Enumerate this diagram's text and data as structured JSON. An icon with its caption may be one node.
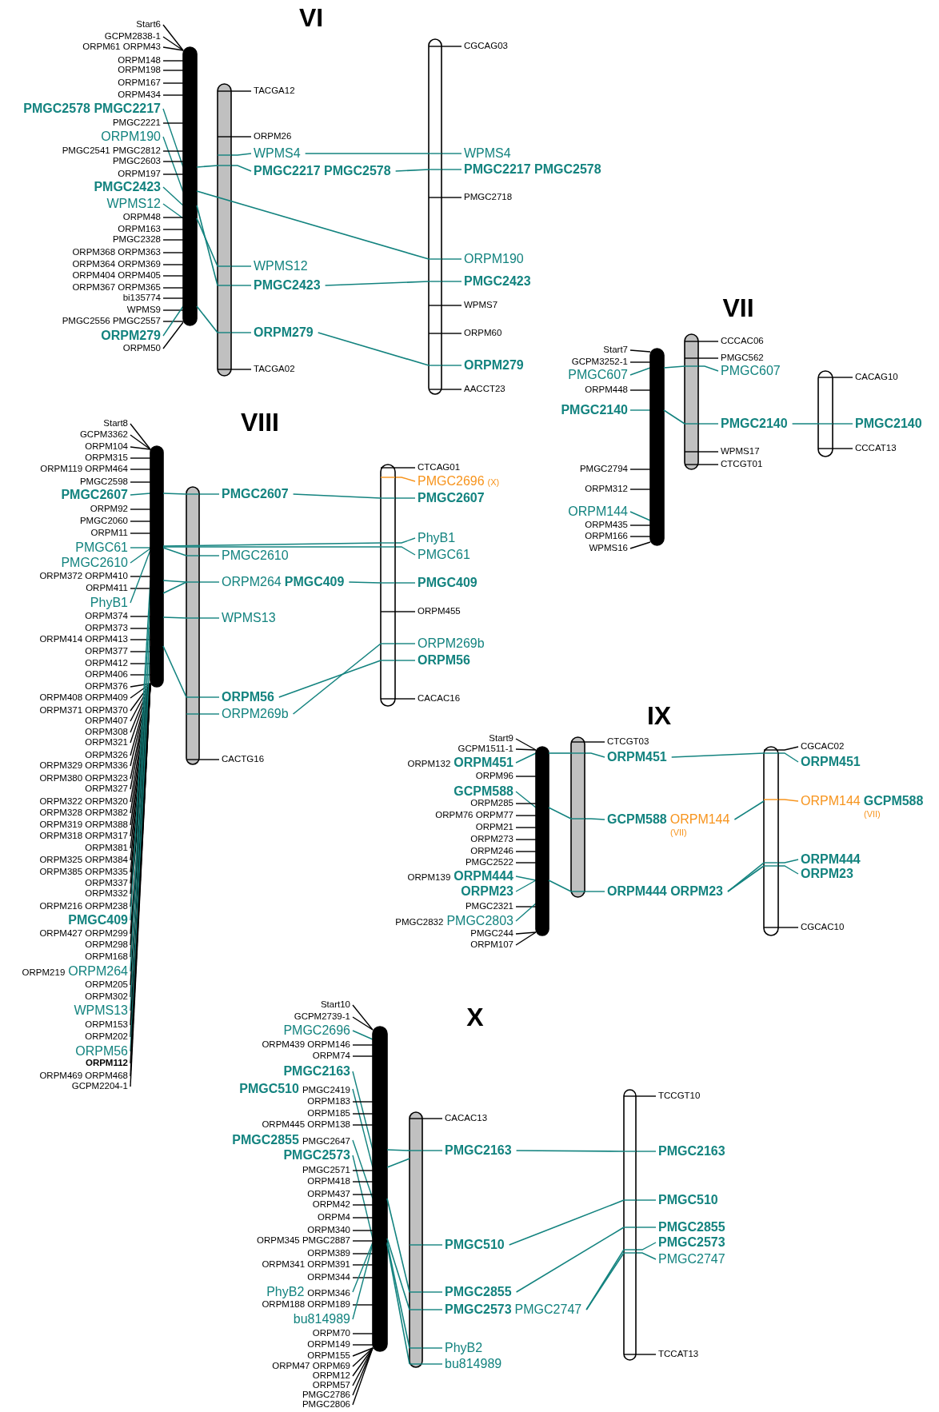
{
  "diagram": {
    "nodes": [
      {
        "text": [],
        "shape": "bar"
      },
      {
        "text": [],
        "shape": "bar"
      },
      {
        "text": [],
        "shape": "bar"
      },
      {
        "text": [],
        "shape": "bar"
      },
      {
        "text": [],
        "shape": "bar"
      },
      {
        "text": [],
        "shape": "bar"
      },
      {
        "text": [],
        "shape": "bar"
      },
      {
        "text": [],
        "shape": "bar"
      },
      {
        "text": [],
        "shape": "bar"
      },
      {
        "text": [],
        "shape": "bar"
      },
      {
        "text": [],
        "shape": "bar"
      },
      {
        "text": [],
        "shape": "bar"
      },
      {
        "text": [],
        "shape": "bar"
      },
      {
        "text": [],
        "shape": "bar"
      },
      {
        "text": [],
        "shape": "bar"
      },
      {
        "text": [
          "Start6"
        ]
      },
      {
        "text": [
          "GCPM2838-1"
        ]
      },
      {
        "text": [
          "ORPM61 ORPM43"
        ]
      },
      {
        "text": [
          "ORPM148"
        ]
      },
      {
        "text": [
          "ORPM198"
        ]
      },
      {
        "text": [
          "ORPM167"
        ]
      },
      {
        "text": [
          "ORPM434"
        ]
      },
      {
        "text": [
          "PMGC2578 PMGC2217"
        ]
      },
      {
        "text": [
          "PMGC2221"
        ]
      },
      {
        "text": [
          "ORPM190"
        ]
      },
      {
        "text": [
          "PMGC2541 PMGC2812"
        ]
      },
      {
        "text": [
          "PMGC2603"
        ]
      },
      {
        "text": [
          "ORPM197"
        ]
      },
      {
        "text": [
          "PMGC2423"
        ]
      },
      {
        "text": [
          "WPMS12"
        ]
      },
      {
        "text": [
          "ORPM48"
        ]
      },
      {
        "text": [
          "ORPM163"
        ]
      },
      {
        "text": [
          "PMGC2328"
        ]
      },
      {
        "text": [
          "ORPM368 ORPM363"
        ]
      },
      {
        "text": [
          "ORPM364 ORPM369"
        ]
      },
      {
        "text": [
          "ORPM404 ORPM405"
        ]
      },
      {
        "text": [
          "ORPM367 ORPM365"
        ]
      },
      {
        "text": [
          "bi135774"
        ]
      },
      {
        "text": [
          "WPMS9"
        ]
      },
      {
        "text": [
          "PMGC2556 PMGC2557"
        ]
      },
      {
        "text": [
          "ORPM279"
        ]
      },
      {
        "text": [
          "ORPM50"
        ]
      },
      {
        "text": [
          "TACGA12"
        ]
      },
      {
        "text": [
          "ORPM26"
        ]
      },
      {
        "text": [
          "WPMS4"
        ]
      },
      {
        "text": [
          "PMGC2217 PMGC2578"
        ]
      },
      {
        "text": [
          "WPMS12"
        ]
      },
      {
        "text": [
          "PMGC2423"
        ]
      },
      {
        "text": [
          "ORPM279"
        ]
      },
      {
        "text": [
          "TACGA02"
        ]
      },
      {
        "text": [
          "CGCAG03"
        ]
      },
      {
        "text": [
          "WPMS4"
        ]
      },
      {
        "text": [
          "PMGC2217 PMGC2578"
        ]
      },
      {
        "text": [
          "PMGC2718"
        ]
      },
      {
        "text": [
          "ORPM190"
        ]
      },
      {
        "text": [
          "PMGC2423"
        ]
      },
      {
        "text": [
          "WPMS7"
        ]
      },
      {
        "text": [
          "ORPM60"
        ]
      },
      {
        "text": [
          "ORPM279"
        ]
      },
      {
        "text": [
          "AACCT23"
        ]
      },
      {
        "text": [
          "Start7"
        ]
      },
      {
        "text": [
          "GCPM3252-1"
        ]
      },
      {
        "text": [
          "PMGC607"
        ]
      },
      {
        "text": [
          "ORPM448"
        ]
      },
      {
        "text": [
          "PMGC2140"
        ]
      },
      {
        "text": [
          "PMGC2794"
        ]
      },
      {
        "text": [
          "ORPM312"
        ]
      },
      {
        "text": [
          "ORPM144"
        ]
      },
      {
        "text": [
          "ORPM435"
        ]
      },
      {
        "text": [
          "ORPM166"
        ]
      },
      {
        "text": [
          "WPMS16"
        ]
      },
      {
        "text": [
          "CCCAC06"
        ]
      },
      {
        "text": [
          "PMGC562"
        ]
      },
      {
        "text": [
          "PMGC607"
        ]
      },
      {
        "text": [
          "PMGC2140"
        ]
      },
      {
        "text": [
          "WPMS17"
        ]
      },
      {
        "text": [
          "CTCGT01"
        ]
      },
      {
        "text": [
          "CACAG10"
        ]
      },
      {
        "text": [
          "PMGC2140"
        ]
      },
      {
        "text": [
          "CCCAT13"
        ]
      },
      {
        "text": [
          "Start8"
        ]
      },
      {
        "text": [
          "GCPM3362"
        ]
      },
      {
        "text": [
          "ORPM104"
        ]
      },
      {
        "text": [
          "ORPM315"
        ]
      },
      {
        "text": [
          "ORPM119 ORPM464"
        ]
      },
      {
        "text": [
          "PMGC2598"
        ]
      },
      {
        "text": [
          "PMGC2607"
        ]
      },
      {
        "text": [
          "ORPM92"
        ]
      },
      {
        "text": [
          "PMGC2060"
        ]
      },
      {
        "text": [
          "ORPM11"
        ]
      },
      {
        "text": [
          "PMGC61"
        ]
      },
      {
        "text": [
          "PMGC2610"
        ]
      },
      {
        "text": [
          "ORPM372 ORPM410"
        ]
      },
      {
        "text": [
          "ORPM411"
        ]
      },
      {
        "text": [
          "PhyB1"
        ]
      },
      {
        "text": [
          "ORPM374"
        ]
      },
      {
        "text": [
          "ORPM373"
        ]
      },
      {
        "text": [
          "ORPM414 ORPM413"
        ]
      },
      {
        "text": [
          "ORPM377"
        ]
      },
      {
        "text": [
          "ORPM412"
        ]
      },
      {
        "text": [
          "ORPM406"
        ]
      },
      {
        "text": [
          "ORPM376"
        ]
      },
      {
        "text": [
          "ORPM408 ORPM409"
        ]
      },
      {
        "text": [
          "ORPM371 ORPM370"
        ]
      },
      {
        "text": [
          "ORPM407"
        ]
      },
      {
        "text": [
          "ORPM308"
        ]
      },
      {
        "text": [
          "ORPM321"
        ]
      },
      {
        "text": [
          "ORPM326"
        ]
      },
      {
        "text": [
          "ORPM329 ORPM336"
        ]
      },
      {
        "text": [
          "ORPM380 ORPM323"
        ]
      },
      {
        "text": [
          "ORPM327"
        ]
      },
      {
        "text": [
          "ORPM322 ORPM320"
        ]
      },
      {
        "text": [
          "ORPM328 ORPM382"
        ]
      },
      {
        "text": [
          "ORPM319 ORPM388"
        ]
      },
      {
        "text": [
          "ORPM318 ORPM317"
        ]
      },
      {
        "text": [
          "ORPM381"
        ]
      },
      {
        "text": [
          "ORPM325 ORPM384"
        ]
      },
      {
        "text": [
          "ORPM385 ORPM335"
        ]
      },
      {
        "text": [
          "ORPM337"
        ]
      },
      {
        "text": [
          "ORPM332"
        ]
      },
      {
        "text": [
          "ORPM216 ORPM238"
        ]
      },
      {
        "text": [
          "PMGC409"
        ]
      },
      {
        "text": [
          "ORPM427 ORPM299"
        ]
      },
      {
        "text": [
          "ORPM298"
        ]
      },
      {
        "text": [
          "ORPM168"
        ]
      },
      {
        "text": [
          "ORPM219",
          "ORPM264"
        ]
      },
      {
        "text": [
          "ORPM205"
        ]
      },
      {
        "text": [
          "ORPM302"
        ]
      },
      {
        "text": [
          "WPMS13"
        ]
      },
      {
        "text": [
          "ORPM153"
        ]
      },
      {
        "text": [
          "ORPM202"
        ]
      },
      {
        "text": [
          "ORPM56"
        ]
      },
      {
        "text": [
          "ORPM112"
        ]
      },
      {
        "text": [
          "ORPM469 ORPM468"
        ]
      },
      {
        "text": [
          "GCPM2204-1"
        ]
      },
      {
        "text": [
          "PMGC2607"
        ]
      },
      {
        "text": [
          "PMGC2610"
        ]
      },
      {
        "text": [
          "ORPM264",
          "PMGC409"
        ]
      },
      {
        "text": [
          "WPMS13"
        ]
      },
      {
        "text": [
          "ORPM56"
        ]
      },
      {
        "text": [
          "ORPM269b"
        ]
      },
      {
        "text": [
          "CACTG16"
        ]
      },
      {
        "text": [
          "CTCAG01"
        ]
      },
      {
        "text": [
          "PMGC2696"
        ],
        "beside": [
          "(X)"
        ]
      },
      {
        "text": [
          "PMGC2607"
        ]
      },
      {
        "text": [
          "PhyB1"
        ]
      },
      {
        "text": [
          "PMGC61"
        ]
      },
      {
        "text": [
          "PMGC409"
        ]
      },
      {
        "text": [
          "ORPM455"
        ]
      },
      {
        "text": [
          "ORPM269b"
        ]
      },
      {
        "text": [
          "ORPM56"
        ]
      },
      {
        "text": [
          "CACAC16"
        ]
      },
      {
        "text": [
          "Start9"
        ]
      },
      {
        "text": [
          "GCPM1511-1"
        ]
      },
      {
        "text": [
          "ORPM132",
          "ORPM451"
        ]
      },
      {
        "text": [
          "ORPM96"
        ]
      },
      {
        "text": [
          "GCPM588"
        ]
      },
      {
        "text": [
          "ORPM285"
        ]
      },
      {
        "text": [
          "ORPM76 ORPM77"
        ]
      },
      {
        "text": [
          "ORPM21"
        ]
      },
      {
        "text": [
          "ORPM273"
        ]
      },
      {
        "text": [
          "ORPM246"
        ]
      },
      {
        "text": [
          "PMGC2522"
        ]
      },
      {
        "text": [
          "ORPM139",
          "ORPM444"
        ]
      },
      {
        "text": [
          "ORPM23"
        ]
      },
      {
        "text": [
          "PMGC2321"
        ]
      },
      {
        "text": [
          "PMGC2832",
          "PMGC2803"
        ]
      },
      {
        "text": [
          "PMGC244"
        ]
      },
      {
        "text": [
          "ORPM107"
        ]
      },
      {
        "text": [
          "CTCGT03"
        ]
      },
      {
        "text": [
          "ORPM451"
        ]
      },
      {
        "text": [
          "GCPM588",
          "ORPM144"
        ],
        "beside": [
          "(VII)"
        ]
      },
      {
        "text": [
          "ORPM444 ORPM23"
        ]
      },
      {
        "text": [
          "CGCAC02"
        ]
      },
      {
        "text": [
          "ORPM451"
        ]
      },
      {
        "text": [
          "ORPM144",
          "GCPM588"
        ],
        "beside": [
          "(VII)"
        ]
      },
      {
        "text": [
          "ORPM444"
        ]
      },
      {
        "text": [
          "ORPM23"
        ]
      },
      {
        "text": [
          "CGCAC10"
        ]
      },
      {
        "text": [
          "Start10"
        ]
      },
      {
        "text": [
          "GCPM2739-1"
        ]
      },
      {
        "text": [
          "PMGC2696"
        ]
      },
      {
        "text": [
          "ORPM439 ORPM146"
        ]
      },
      {
        "text": [
          "ORPM74"
        ]
      },
      {
        "text": [
          "PMGC2163"
        ]
      },
      {
        "text": [
          "PMGC510",
          "PMGC2419"
        ]
      },
      {
        "text": [
          "ORPM183"
        ]
      },
      {
        "text": [
          "ORPM185"
        ]
      },
      {
        "text": [
          "ORPM445 ORPM138"
        ]
      },
      {
        "text": [
          "PMGC2855",
          "PMGC2647"
        ]
      },
      {
        "text": [
          "PMGC2573"
        ]
      },
      {
        "text": [
          "PMGC2571"
        ]
      },
      {
        "text": [
          "ORPM418"
        ]
      },
      {
        "text": [
          "ORPM437"
        ]
      },
      {
        "text": [
          "ORPM42"
        ]
      },
      {
        "text": [
          "ORPM4"
        ]
      },
      {
        "text": [
          "ORPM340"
        ]
      },
      {
        "text": [
          "ORPM345 PMGC2887"
        ]
      },
      {
        "text": [
          "ORPM389"
        ]
      },
      {
        "text": [
          "ORPM341 ORPM391"
        ]
      },
      {
        "text": [
          "ORPM344"
        ]
      },
      {
        "text": [
          "PhyB2",
          "ORPM346"
        ]
      },
      {
        "text": [
          "ORPM188 ORPM189"
        ]
      },
      {
        "text": [
          "bu814989"
        ]
      },
      {
        "text": [
          "ORPM70"
        ]
      },
      {
        "text": [
          "ORPM149"
        ]
      },
      {
        "text": [
          "ORPM155"
        ]
      },
      {
        "text": [
          "ORPM47 ORPM69"
        ]
      },
      {
        "text": [
          "ORPM12"
        ]
      },
      {
        "text": [
          "ORPM57"
        ]
      },
      {
        "text": [
          "PMGC2786"
        ]
      },
      {
        "text": [
          "PMGC2806"
        ]
      },
      {
        "text": [
          "CACAC13"
        ]
      },
      {
        "text": [
          "PMGC2163"
        ]
      },
      {
        "text": [
          "PMGC510"
        ]
      },
      {
        "text": [
          "PMGC2855"
        ]
      },
      {
        "text": [
          "PMGC2573",
          "PMGC2747"
        ]
      },
      {
        "text": [
          "PhyB2"
        ]
      },
      {
        "text": [
          "bu814989"
        ]
      },
      {
        "text": [
          "TCCGT10"
        ]
      },
      {
        "text": [
          "PMGC2163"
        ]
      },
      {
        "text": [
          "PMGC510"
        ]
      },
      {
        "text": [
          "PMGC2855"
        ]
      },
      {
        "text": [
          "PMGC2573"
        ]
      },
      {
        "text": [
          "PMGC2747"
        ]
      },
      {
        "text": [
          "TCCAT13"
        ]
      }
    ],
    "edges": [
      {
        "from": 0,
        "to": 1,
        "arrow": "none",
        "color": "#13837f"
      },
      {
        "from": 0,
        "to": 2,
        "arrow": "none",
        "color": "#13837f"
      },
      {
        "from": 0,
        "to": 1,
        "arrow": "none",
        "color": "#13837f"
      },
      {
        "from": 0,
        "to": 1,
        "arrow": "none",
        "color": "#13837f"
      },
      {
        "from": 0,
        "to": 1,
        "arrow": "none",
        "color": "#13837f"
      },
      {
        "from": 44,
        "to": 2,
        "arrow": "none",
        "color": "#13837f"
      },
      {
        "from": 45,
        "to": 2,
        "arrow": "none",
        "color": "#13837f"
      },
      {
        "from": 47,
        "to": 2,
        "arrow": "none",
        "color": "#13837f"
      },
      {
        "from": 48,
        "to": 2,
        "arrow": "none",
        "color": "#13837f"
      },
      {
        "from": 3,
        "to": 4,
        "arrow": "none",
        "color": "#13837f"
      },
      {
        "from": 3,
        "to": 4,
        "arrow": "none",
        "color": "#13837f"
      },
      {
        "from": 74,
        "to": 5,
        "arrow": "none",
        "color": "#13837f"
      },
      {
        "from": 6,
        "to": 7,
        "arrow": "none",
        "color": "#13837f"
      },
      {
        "from": 6,
        "to": 7,
        "arrow": "none",
        "color": "#13837f"
      },
      {
        "from": 6,
        "to": 8,
        "arrow": "none",
        "color": "#13837f"
      },
      {
        "from": 6,
        "to": 8,
        "arrow": "none",
        "color": "#13837f"
      },
      {
        "from": 6,
        "to": 7,
        "arrow": "none",
        "color": "#13837f"
      },
      {
        "from": 6,
        "to": 7,
        "arrow": "none",
        "color": "#13837f"
      },
      {
        "from": 6,
        "to": 7,
        "arrow": "none",
        "color": "#13837f"
      },
      {
        "from": 6,
        "to": 7,
        "arrow": "none",
        "color": "#13837f"
      },
      {
        "from": 135,
        "to": 8,
        "arrow": "none",
        "color": "#13837f"
      },
      {
        "from": 137,
        "to": 8,
        "arrow": "none",
        "color": "#13837f"
      },
      {
        "from": 139,
        "to": 8,
        "arrow": "none",
        "color": "#13837f"
      },
      {
        "from": 140,
        "to": 8,
        "arrow": "none",
        "color": "#13837f"
      },
      {
        "from": 9,
        "to": 10,
        "arrow": "none",
        "color": "#13837f"
      },
      {
        "from": 9,
        "to": 10,
        "arrow": "none",
        "color": "#13837f"
      },
      {
        "from": 9,
        "to": 10,
        "arrow": "none",
        "color": "#13837f"
      },
      {
        "from": 170,
        "to": 11,
        "arrow": "none",
        "color": "#13837f"
      },
      {
        "from": 171,
        "to": 11,
        "arrow": "none",
        "color": "#13837f"
      },
      {
        "from": 172,
        "to": 11,
        "arrow": "none",
        "color": "#13837f"
      },
      {
        "from": 172,
        "to": 11,
        "arrow": "none",
        "color": "#13837f"
      },
      {
        "from": 12,
        "to": 13,
        "arrow": "none",
        "color": "#13837f"
      },
      {
        "from": 12,
        "to": 13,
        "arrow": "none",
        "color": "#13837f"
      },
      {
        "from": 12,
        "to": 13,
        "arrow": "none",
        "color": "#13837f"
      },
      {
        "from": 12,
        "to": 13,
        "arrow": "none",
        "color": "#13837f"
      },
      {
        "from": 12,
        "to": 13,
        "arrow": "none",
        "color": "#13837f"
      },
      {
        "from": 12,
        "to": 13,
        "arrow": "none",
        "color": "#13837f"
      },
      {
        "from": 213,
        "to": 14,
        "arrow": "none",
        "color": "#13837f"
      },
      {
        "from": 214,
        "to": 14,
        "arrow": "none",
        "color": "#13837f"
      },
      {
        "from": 215,
        "to": 14,
        "arrow": "none",
        "color": "#13837f"
      },
      {
        "from": 216,
        "to": 14,
        "arrow": "none",
        "color": "#13837f"
      },
      {
        "from": 216,
        "to": 14,
        "arrow": "none",
        "color": "#13837f"
      },
      {
        "from": 15,
        "to": 0,
        "arrow": "none"
      },
      {
        "from": 16,
        "to": 0,
        "arrow": "none"
      },
      {
        "from": 17,
        "to": 0,
        "arrow": "none"
      },
      {
        "from": 18,
        "to": 0,
        "arrow": "none"
      },
      {
        "from": 19,
        "to": 0,
        "arrow": "none"
      },
      {
        "from": 20,
        "to": 0,
        "arrow": "none"
      },
      {
        "from": 21,
        "to": 0,
        "arrow": "none"
      },
      {
        "from": 22,
        "to": 0,
        "arrow": "none",
        "color": "#13837f"
      },
      {
        "from": 23,
        "to": 0,
        "arrow": "none"
      },
      {
        "from": 24,
        "to": 0,
        "arrow": "none",
        "color": "#13837f"
      },
      {
        "from": 25,
        "to": 0,
        "arrow": "none"
      },
      {
        "from": 26,
        "to": 0,
        "arrow": "none"
      },
      {
        "from": 27,
        "to": 0,
        "arrow": "none"
      },
      {
        "from": 28,
        "to": 0,
        "arrow": "none",
        "color": "#13837f"
      },
      {
        "from": 29,
        "to": 0,
        "arrow": "none",
        "color": "#13837f"
      },
      {
        "from": 30,
        "to": 0,
        "arrow": "none"
      },
      {
        "from": 31,
        "to": 0,
        "arrow": "none"
      },
      {
        "from": 32,
        "to": 0,
        "arrow": "none"
      },
      {
        "from": 33,
        "to": 0,
        "arrow": "none"
      },
      {
        "from": 34,
        "to": 0,
        "arrow": "none"
      },
      {
        "from": 35,
        "to": 0,
        "arrow": "none"
      },
      {
        "from": 36,
        "to": 0,
        "arrow": "none"
      },
      {
        "from": 37,
        "to": 0,
        "arrow": "none"
      },
      {
        "from": 38,
        "to": 0,
        "arrow": "none"
      },
      {
        "from": 39,
        "to": 0,
        "arrow": "none"
      },
      {
        "from": 40,
        "to": 0,
        "arrow": "none",
        "color": "#13837f"
      },
      {
        "from": 41,
        "to": 0,
        "arrow": "none"
      },
      {
        "from": 42,
        "to": 1,
        "arrow": "none"
      },
      {
        "from": 43,
        "to": 1,
        "arrow": "none"
      },
      {
        "from": 44,
        "to": 1,
        "arrow": "none",
        "color": "#13837f"
      },
      {
        "from": 45,
        "to": 1,
        "arrow": "none",
        "color": "#13837f"
      },
      {
        "from": 46,
        "to": 1,
        "arrow": "none",
        "color": "#13837f"
      },
      {
        "from": 47,
        "to": 1,
        "arrow": "none",
        "color": "#13837f"
      },
      {
        "from": 48,
        "to": 1,
        "arrow": "none",
        "color": "#13837f"
      },
      {
        "from": 49,
        "to": 1,
        "arrow": "none"
      },
      {
        "from": 50,
        "to": 2,
        "arrow": "none"
      },
      {
        "from": 51,
        "to": 2,
        "arrow": "none",
        "color": "#13837f"
      },
      {
        "from": 52,
        "to": 2,
        "arrow": "none",
        "color": "#13837f"
      },
      {
        "from": 53,
        "to": 2,
        "arrow": "none"
      },
      {
        "from": 54,
        "to": 2,
        "arrow": "none",
        "color": "#13837f"
      },
      {
        "from": 55,
        "to": 2,
        "arrow": "none",
        "color": "#13837f"
      },
      {
        "from": 56,
        "to": 2,
        "arrow": "none"
      },
      {
        "from": 57,
        "to": 2,
        "arrow": "none"
      },
      {
        "from": 58,
        "to": 2,
        "arrow": "none",
        "color": "#13837f"
      },
      {
        "from": 59,
        "to": 2,
        "arrow": "none"
      },
      {
        "from": 60,
        "to": 3,
        "arrow": "none"
      },
      {
        "from": 61,
        "to": 3,
        "arrow": "none"
      },
      {
        "from": 62,
        "to": 3,
        "arrow": "none",
        "color": "#13837f"
      },
      {
        "from": 63,
        "to": 3,
        "arrow": "none"
      },
      {
        "from": 64,
        "to": 3,
        "arrow": "none",
        "color": "#13837f"
      },
      {
        "from": 65,
        "to": 3,
        "arrow": "none"
      },
      {
        "from": 66,
        "to": 3,
        "arrow": "none"
      },
      {
        "from": 67,
        "to": 3,
        "arrow": "none",
        "color": "#13837f"
      },
      {
        "from": 68,
        "to": 3,
        "arrow": "none"
      },
      {
        "from": 69,
        "to": 3,
        "arrow": "none"
      },
      {
        "from": 70,
        "to": 3,
        "arrow": "none"
      },
      {
        "from": 71,
        "to": 4,
        "arrow": "none"
      },
      {
        "from": 72,
        "to": 4,
        "arrow": "none"
      },
      {
        "from": 73,
        "to": 4,
        "arrow": "none",
        "color": "#13837f"
      },
      {
        "from": 74,
        "to": 4,
        "arrow": "none",
        "color": "#13837f"
      },
      {
        "from": 75,
        "to": 4,
        "arrow": "none"
      },
      {
        "from": 76,
        "to": 4,
        "arrow": "none"
      },
      {
        "from": 77,
        "to": 5,
        "arrow": "none"
      },
      {
        "from": 78,
        "to": 5,
        "arrow": "none",
        "color": "#13837f"
      },
      {
        "from": 79,
        "to": 5,
        "arrow": "none"
      },
      {
        "from": 80,
        "to": 6,
        "arrow": "none"
      },
      {
        "from": 81,
        "to": 6,
        "arrow": "none"
      },
      {
        "from": 82,
        "to": 6,
        "arrow": "none"
      },
      {
        "from": 83,
        "to": 6,
        "arrow": "none"
      },
      {
        "from": 84,
        "to": 6,
        "arrow": "none"
      },
      {
        "from": 85,
        "to": 6,
        "arrow": "none"
      },
      {
        "from": 86,
        "to": 6,
        "arrow": "none",
        "color": "#13837f"
      },
      {
        "from": 87,
        "to": 6,
        "arrow": "none"
      },
      {
        "from": 88,
        "to": 6,
        "arrow": "none"
      },
      {
        "from": 89,
        "to": 6,
        "arrow": "none"
      },
      {
        "from": 90,
        "to": 6,
        "arrow": "none",
        "color": "#13837f"
      },
      {
        "from": 91,
        "to": 6,
        "arrow": "none",
        "color": "#13837f"
      },
      {
        "from": 92,
        "to": 6,
        "arrow": "none"
      },
      {
        "from": 93,
        "to": 6,
        "arrow": "none"
      },
      {
        "from": 94,
        "to": 6,
        "arrow": "none",
        "color": "#13837f"
      },
      {
        "from": 95,
        "to": 6,
        "arrow": "none"
      },
      {
        "from": 96,
        "to": 6,
        "arrow": "none"
      },
      {
        "from": 97,
        "to": 6,
        "arrow": "none"
      },
      {
        "from": 98,
        "to": 6,
        "arrow": "none"
      },
      {
        "from": 99,
        "to": 6,
        "arrow": "none"
      },
      {
        "from": 100,
        "to": 6,
        "arrow": "none"
      },
      {
        "from": 101,
        "to": 6,
        "arrow": "none"
      },
      {
        "from": 102,
        "to": 6,
        "arrow": "none"
      },
      {
        "from": 103,
        "to": 6,
        "arrow": "none"
      },
      {
        "from": 104,
        "to": 6,
        "arrow": "none"
      },
      {
        "from": 105,
        "to": 6,
        "arrow": "none"
      },
      {
        "from": 106,
        "to": 6,
        "arrow": "none"
      },
      {
        "from": 107,
        "to": 6,
        "arrow": "none"
      },
      {
        "from": 108,
        "to": 6,
        "arrow": "none"
      },
      {
        "from": 109,
        "to": 6,
        "arrow": "none"
      },
      {
        "from": 110,
        "to": 6,
        "arrow": "none"
      },
      {
        "from": 111,
        "to": 6,
        "arrow": "none"
      },
      {
        "from": 112,
        "to": 6,
        "arrow": "none"
      },
      {
        "from": 113,
        "to": 6,
        "arrow": "none"
      },
      {
        "from": 114,
        "to": 6,
        "arrow": "none"
      },
      {
        "from": 115,
        "to": 6,
        "arrow": "none"
      },
      {
        "from": 116,
        "to": 6,
        "arrow": "none"
      },
      {
        "from": 117,
        "to": 6,
        "arrow": "none"
      },
      {
        "from": 118,
        "to": 6,
        "arrow": "none"
      },
      {
        "from": 119,
        "to": 6,
        "arrow": "none"
      },
      {
        "from": 120,
        "to": 6,
        "arrow": "none"
      },
      {
        "from": 121,
        "to": 6,
        "arrow": "none",
        "color": "#13837f"
      },
      {
        "from": 122,
        "to": 6,
        "arrow": "none"
      },
      {
        "from": 123,
        "to": 6,
        "arrow": "none"
      },
      {
        "from": 124,
        "to": 6,
        "arrow": "none"
      },
      {
        "from": 125,
        "to": 6,
        "arrow": "none",
        "color": "#13837f"
      },
      {
        "from": 126,
        "to": 6,
        "arrow": "none"
      },
      {
        "from": 127,
        "to": 6,
        "arrow": "none"
      },
      {
        "from": 128,
        "to": 6,
        "arrow": "none",
        "color": "#13837f"
      },
      {
        "from": 129,
        "to": 6,
        "arrow": "none"
      },
      {
        "from": 130,
        "to": 6,
        "arrow": "none"
      },
      {
        "from": 131,
        "to": 6,
        "arrow": "none",
        "color": "#13837f"
      },
      {
        "from": 132,
        "to": 6,
        "arrow": "none"
      },
      {
        "from": 133,
        "to": 6,
        "arrow": "none"
      },
      {
        "from": 134,
        "to": 6,
        "arrow": "none"
      },
      {
        "from": 135,
        "to": 7,
        "arrow": "none",
        "color": "#13837f"
      },
      {
        "from": 136,
        "to": 7,
        "arrow": "none",
        "color": "#13837f"
      },
      {
        "from": 137,
        "to": 7,
        "arrow": "none",
        "color": "#13837f"
      },
      {
        "from": 138,
        "to": 7,
        "arrow": "none",
        "color": "#13837f"
      },
      {
        "from": 139,
        "to": 7,
        "arrow": "none",
        "color": "#13837f"
      },
      {
        "from": 140,
        "to": 7,
        "arrow": "none",
        "color": "#13837f"
      },
      {
        "from": 141,
        "to": 7,
        "arrow": "none"
      },
      {
        "from": 142,
        "to": 8,
        "arrow": "none"
      },
      {
        "from": 143,
        "to": 8,
        "arrow": "none",
        "color": "#f7941d"
      },
      {
        "from": 144,
        "to": 8,
        "arrow": "none",
        "color": "#13837f"
      },
      {
        "from": 145,
        "to": 8,
        "arrow": "none",
        "color": "#13837f"
      },
      {
        "from": 146,
        "to": 8,
        "arrow": "none",
        "color": "#13837f"
      },
      {
        "from": 147,
        "to": 8,
        "arrow": "none",
        "color": "#13837f"
      },
      {
        "from": 148,
        "to": 8,
        "arrow": "none"
      },
      {
        "from": 149,
        "to": 8,
        "arrow": "none",
        "color": "#13837f"
      },
      {
        "from": 150,
        "to": 8,
        "arrow": "none",
        "color": "#13837f"
      },
      {
        "from": 151,
        "to": 8,
        "arrow": "none"
      },
      {
        "from": 152,
        "to": 9,
        "arrow": "none"
      },
      {
        "from": 153,
        "to": 9,
        "arrow": "none"
      },
      {
        "from": 154,
        "to": 9,
        "arrow": "none",
        "color": "#13837f"
      },
      {
        "from": 155,
        "to": 9,
        "arrow": "none"
      },
      {
        "from": 156,
        "to": 9,
        "arrow": "none",
        "color": "#13837f"
      },
      {
        "from": 157,
        "to": 9,
        "arrow": "none"
      },
      {
        "from": 158,
        "to": 9,
        "arrow": "none"
      },
      {
        "from": 159,
        "to": 9,
        "arrow": "none"
      },
      {
        "from": 160,
        "to": 9,
        "arrow": "none"
      },
      {
        "from": 161,
        "to": 9,
        "arrow": "none"
      },
      {
        "from": 162,
        "to": 9,
        "arrow": "none"
      },
      {
        "from": 163,
        "to": 9,
        "arrow": "none",
        "color": "#13837f"
      },
      {
        "from": 164,
        "to": 9,
        "arrow": "none",
        "color": "#13837f"
      },
      {
        "from": 165,
        "to": 9,
        "arrow": "none"
      },
      {
        "from": 166,
        "to": 9,
        "arrow": "none",
        "color": "#13837f"
      },
      {
        "from": 167,
        "to": 9,
        "arrow": "none"
      },
      {
        "from": 168,
        "to": 9,
        "arrow": "none"
      },
      {
        "from": 169,
        "to": 10,
        "arrow": "none"
      },
      {
        "from": 170,
        "to": 10,
        "arrow": "none",
        "color": "#13837f"
      },
      {
        "from": 171,
        "to": 10,
        "arrow": "none",
        "color": "#13837f"
      },
      {
        "from": 172,
        "to": 10,
        "arrow": "none",
        "color": "#13837f"
      },
      {
        "from": 173,
        "to": 11,
        "arrow": "none"
      },
      {
        "from": 174,
        "to": 11,
        "arrow": "none",
        "color": "#13837f"
      },
      {
        "from": 175,
        "to": 11,
        "arrow": "none",
        "color": "#f7941d"
      },
      {
        "from": 176,
        "to": 11,
        "arrow": "none",
        "color": "#13837f"
      },
      {
        "from": 177,
        "to": 11,
        "arrow": "none",
        "color": "#13837f"
      },
      {
        "from": 178,
        "to": 11,
        "arrow": "none"
      },
      {
        "from": 179,
        "to": 12,
        "arrow": "none"
      },
      {
        "from": 180,
        "to": 12,
        "arrow": "none"
      },
      {
        "from": 181,
        "to": 12,
        "arrow": "none",
        "color": "#13837f"
      },
      {
        "from": 182,
        "to": 12,
        "arrow": "none"
      },
      {
        "from": 183,
        "to": 12,
        "arrow": "none"
      },
      {
        "from": 184,
        "to": 12,
        "arrow": "none",
        "color": "#13837f"
      },
      {
        "from": 185,
        "to": 12,
        "arrow": "none",
        "color": "#13837f"
      },
      {
        "from": 186,
        "to": 12,
        "arrow": "none"
      },
      {
        "from": 187,
        "to": 12,
        "arrow": "none"
      },
      {
        "from": 188,
        "to": 12,
        "arrow": "none"
      },
      {
        "from": 189,
        "to": 12,
        "arrow": "none",
        "color": "#13837f"
      },
      {
        "from": 190,
        "to": 12,
        "arrow": "none",
        "color": "#13837f"
      },
      {
        "from": 191,
        "to": 12,
        "arrow": "none"
      },
      {
        "from": 192,
        "to": 12,
        "arrow": "none"
      },
      {
        "from": 193,
        "to": 12,
        "arrow": "none"
      },
      {
        "from": 194,
        "to": 12,
        "arrow": "none"
      },
      {
        "from": 195,
        "to": 12,
        "arrow": "none"
      },
      {
        "from": 196,
        "to": 12,
        "arrow": "none"
      },
      {
        "from": 197,
        "to": 12,
        "arrow": "none"
      },
      {
        "from": 198,
        "to": 12,
        "arrow": "none"
      },
      {
        "from": 199,
        "to": 12,
        "arrow": "none"
      },
      {
        "from": 200,
        "to": 12,
        "arrow": "none"
      },
      {
        "from": 201,
        "to": 12,
        "arrow": "none",
        "color": "#13837f"
      },
      {
        "from": 202,
        "to": 12,
        "arrow": "none"
      },
      {
        "from": 203,
        "to": 12,
        "arrow": "none",
        "color": "#13837f"
      },
      {
        "from": 204,
        "to": 12,
        "arrow": "none"
      },
      {
        "from": 205,
        "to": 12,
        "arrow": "none"
      },
      {
        "from": 206,
        "to": 12,
        "arrow": "none"
      },
      {
        "from": 207,
        "to": 12,
        "arrow": "none"
      },
      {
        "from": 208,
        "to": 12,
        "arrow": "none"
      },
      {
        "from": 209,
        "to": 12,
        "arrow": "none"
      },
      {
        "from": 210,
        "to": 12,
        "arrow": "none"
      },
      {
        "from": 211,
        "to": 12,
        "arrow": "none"
      },
      {
        "from": 212,
        "to": 13,
        "arrow": "none"
      },
      {
        "from": 213,
        "to": 13,
        "arrow": "none",
        "color": "#13837f"
      },
      {
        "from": 214,
        "to": 13,
        "arrow": "none",
        "color": "#13837f"
      },
      {
        "from": 215,
        "to": 13,
        "arrow": "none",
        "color": "#13837f"
      },
      {
        "from": 216,
        "to": 13,
        "arrow": "none",
        "color": "#13837f"
      },
      {
        "from": 217,
        "to": 13,
        "arrow": "none",
        "color": "#13837f"
      },
      {
        "from": 218,
        "to": 13,
        "arrow": "none",
        "color": "#13837f"
      },
      {
        "from": 219,
        "to": 14,
        "arrow": "none"
      },
      {
        "from": 220,
        "to": 14,
        "arrow": "none",
        "color": "#13837f"
      },
      {
        "from": 221,
        "to": 14,
        "arrow": "none",
        "color": "#13837f"
      },
      {
        "from": 222,
        "to": 14,
        "arrow": "none",
        "color": "#13837f"
      },
      {
        "from": 223,
        "to": 14,
        "arrow": "none",
        "color": "#13837f"
      },
      {
        "from": 224,
        "to": 14,
        "arrow": "none",
        "color": "#13837f"
      },
      {
        "from": 225,
        "to": 14,
        "arrow": "none"
      }
    ],
    "labels": [
      "VI",
      "VII",
      "VIII",
      "IX",
      "X"
    ]
  }
}
